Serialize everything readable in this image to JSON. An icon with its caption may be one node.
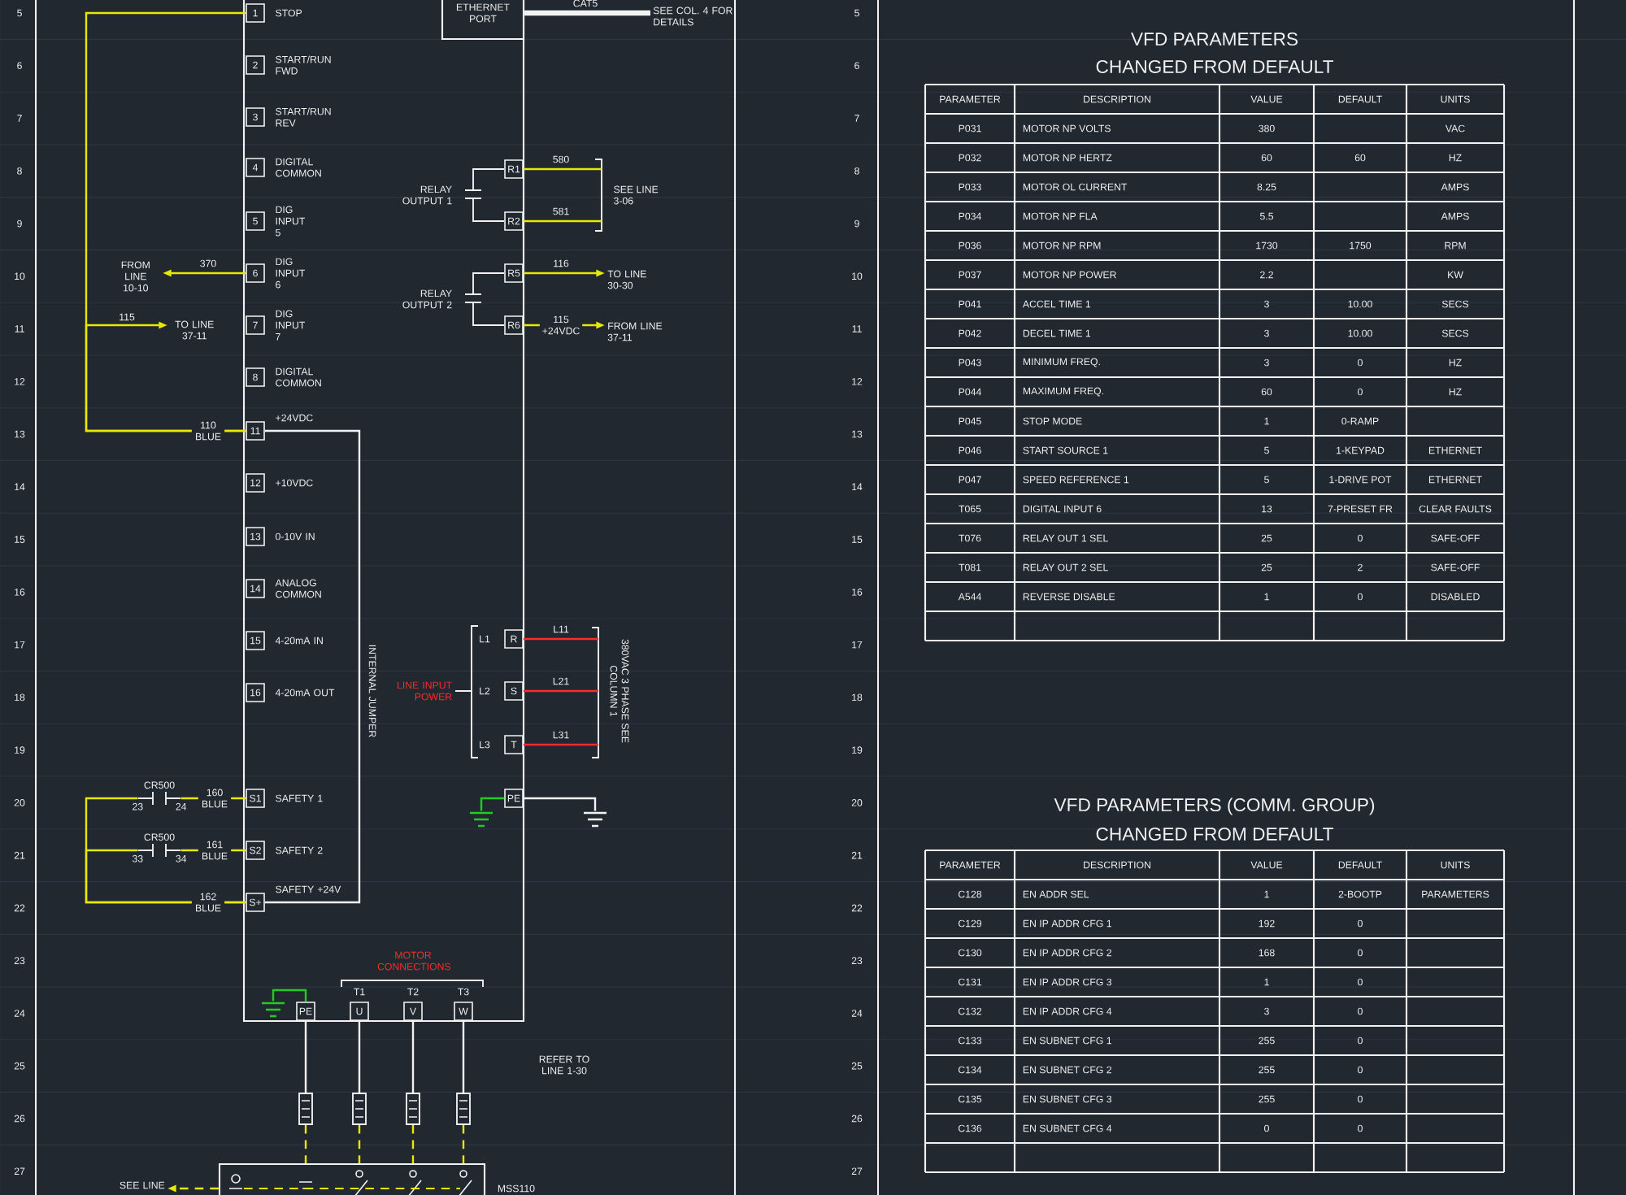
{
  "diagram": {
    "nodes": [
      {
        "text": [],
        "shape": "box"
      },
      {
        "text": [
          "ETHERNET PORT"
        ],
        "in": 0
      },
      {
        "text": [
          "SEE COL. 4 FOR DETAILS"
        ]
      },
      {
        "text": [
          "1"
        ],
        "beside": [
          "STOP"
        ],
        "in": 0
      },
      {
        "text": [
          "2"
        ],
        "beside": [
          "START/RUN FWD"
        ],
        "in": 0
      },
      {
        "text": [
          "3"
        ],
        "beside": [
          "START/RUN REV"
        ],
        "in": 0
      },
      {
        "text": [
          "4"
        ],
        "beside": [
          "DIGITAL COMMON"
        ],
        "in": 0
      },
      {
        "text": [
          "5"
        ],
        "beside": [
          "DIG INPUT 5"
        ],
        "in": 0
      },
      {
        "text": [
          "6"
        ],
        "beside": [
          "DIG INPUT 6"
        ],
        "in": 0
      },
      {
        "text": [
          "7"
        ],
        "beside": [
          "DIG INPUT 7"
        ],
        "in": 0
      },
      {
        "text": [
          "8"
        ],
        "beside": [
          "DIGITAL COMMON"
        ],
        "in": 0
      },
      {
        "text": [
          "11"
        ],
        "beside": [
          "+24VDC"
        ],
        "in": 0
      },
      {
        "text": [
          "12"
        ],
        "beside": [
          "+10VDC"
        ],
        "in": 0
      },
      {
        "text": [
          "13"
        ],
        "beside": [
          "0-10V IN"
        ],
        "in": 0
      },
      {
        "text": [
          "14"
        ],
        "beside": [
          "ANALOG COMMON"
        ],
        "in": 0
      },
      {
        "text": [
          "15"
        ],
        "beside": [
          "4-20mA IN"
        ],
        "in": 0
      },
      {
        "text": [
          "16"
        ],
        "beside": [
          "4-20mA OUT"
        ],
        "in": 0
      },
      {
        "text": [
          "S1"
        ],
        "beside": [
          "SAFETY 1"
        ],
        "in": 0
      },
      {
        "text": [
          "S2"
        ],
        "beside": [
          "SAFETY 2"
        ],
        "in": 0
      },
      {
        "text": [
          "S+"
        ],
        "beside": [
          "SAFETY +24V"
        ],
        "in": 0
      },
      {
        "text": [
          "FROM LINE 10-10"
        ]
      },
      {
        "text": [
          "TO LINE 37-11"
        ]
      },
      {
        "text": [
          "CR500",
          "23",
          "24"
        ]
      },
      {
        "text": [
          "CR500",
          "33",
          "34"
        ]
      },
      {
        "text": [
          "R1"
        ],
        "in": 0
      },
      {
        "text": [
          "R2"
        ],
        "in": 0
      },
      {
        "text": [
          "R5"
        ],
        "in": 0
      },
      {
        "text": [
          "R6"
        ],
        "in": 0
      },
      {
        "text": [
          "SEE LINE 3-06"
        ]
      },
      {
        "text": [
          "TO LINE 30-30"
        ]
      },
      {
        "text": [
          "FROM LINE 37-11"
        ]
      },
      {
        "text": [
          "R"
        ],
        "in": 0
      },
      {
        "text": [
          "S"
        ],
        "in": 0
      },
      {
        "text": [
          "T"
        ],
        "in": 0
      },
      {
        "text": [
          "380VAC 3 PHASE SEE COLUMN 1"
        ]
      },
      {
        "text": [
          "PE"
        ],
        "in": 0
      },
      {
        "text": [],
        "shape": "picture",
        "in": 0
      },
      {
        "text": [],
        "shape": "picture"
      },
      {
        "text": [
          "PE"
        ],
        "in": 0
      },
      {
        "text": [
          "U"
        ],
        "beside": [
          "T1"
        ],
        "in": 0
      },
      {
        "text": [
          "V"
        ],
        "beside": [
          "T2"
        ],
        "in": 0
      },
      {
        "text": [
          "W"
        ],
        "beside": [
          "T3"
        ],
        "in": 0
      },
      {
        "text": [],
        "shape": "picture",
        "in": 0
      },
      {
        "text": [],
        "shape": "box"
      },
      {
        "text": [],
        "shape": "box"
      },
      {
        "text": [],
        "shape": "box"
      },
      {
        "text": [],
        "shape": "box"
      },
      {
        "text": [],
        "shape": "box",
        "beside": [
          "MSS110"
        ]
      },
      {
        "text": [
          "SEE LINE"
        ]
      }
    ],
    "edges": [
      {
        "from": 11,
        "to": 3,
        "arrow": "none",
        "label": "110 BLUE"
      },
      {
        "from": 11,
        "to": 21,
        "arrow": "to",
        "label": "115"
      },
      {
        "from": 8,
        "to": 20,
        "arrow": "to",
        "label": "370"
      },
      {
        "from": 19,
        "to": 22,
        "arrow": "none",
        "label": "162 BLUE"
      },
      {
        "from": 19,
        "to": 23,
        "arrow": "none"
      },
      {
        "from": 22,
        "to": 17,
        "arrow": "none",
        "label": "160 BLUE"
      },
      {
        "from": 23,
        "to": 18,
        "arrow": "none",
        "label": "161 BLUE"
      },
      {
        "from": 24,
        "to": 28,
        "arrow": "none",
        "label": "580"
      },
      {
        "from": 25,
        "to": 28,
        "arrow": "none",
        "label": "581"
      },
      {
        "from": 26,
        "to": 29,
        "arrow": "to",
        "label": "116"
      },
      {
        "from": 27,
        "to": 30,
        "arrow": "to",
        "label": "115 +24VDC"
      },
      {
        "from": 31,
        "to": 34,
        "arrow": "none",
        "label": "L11",
        "color": "#ff2a2a"
      },
      {
        "from": 32,
        "to": 34,
        "arrow": "none",
        "label": "L21",
        "color": "#ff2a2a"
      },
      {
        "from": 33,
        "to": 34,
        "arrow": "none",
        "label": "L31",
        "color": "#ff2a2a"
      },
      {
        "from": 35,
        "to": 36,
        "arrow": "none",
        "color": "#22cc22"
      },
      {
        "from": 35,
        "to": 37,
        "arrow": "none",
        "color": "#f2f2f2"
      },
      {
        "from": 38,
        "to": 42,
        "arrow": "none",
        "color": "#22cc22"
      },
      {
        "from": 38,
        "to": 43,
        "arrow": "none",
        "color": "#f2f2f2"
      },
      {
        "from": 39,
        "to": 44,
        "arrow": "none",
        "color": "#f2f2f2"
      },
      {
        "from": 40,
        "to": 45,
        "arrow": "none",
        "color": "#f2f2f2"
      },
      {
        "from": 41,
        "to": 46,
        "arrow": "none",
        "color": "#f2f2f2"
      },
      {
        "from": 43,
        "to": 47,
        "arrow": "none",
        "style": "dashed"
      },
      {
        "from": 44,
        "to": 47,
        "arrow": "none",
        "style": "dashed"
      },
      {
        "from": 45,
        "to": 47,
        "arrow": "none",
        "style": "dashed"
      },
      {
        "from": 46,
        "to": 47,
        "arrow": "none",
        "style": "dashed"
      },
      {
        "from": 47,
        "to": 48,
        "arrow": "to",
        "style": "dashed"
      },
      {
        "from": 1,
        "to": 2,
        "arrow": "none",
        "label": "CAT5",
        "style": "thick",
        "color": "#f2f2f2"
      },
      {
        "from": 11,
        "to": 19,
        "arrow": "none",
        "color": "#f2f2f2"
      }
    ],
    "labels": [
      "5",
      "6",
      "7",
      "8",
      "9",
      "10",
      "11",
      "12",
      "13",
      "14",
      "15",
      "16",
      "17",
      "18",
      "19",
      "20",
      "21",
      "22",
      "23",
      "24",
      "25",
      "26",
      "27",
      "5",
      "6",
      "7",
      "8",
      "9",
      "10",
      "11",
      "12",
      "13",
      "14",
      "15",
      "16",
      "17",
      "18",
      "19",
      "20",
      "21",
      "22",
      "23",
      "24",
      "25",
      "26",
      "27",
      "RELAY OUTPUT 1",
      "RELAY OUTPUT 2",
      "LINE INPUT POWER",
      "L1",
      "L2",
      "L3",
      "INTERNAL JUMPER",
      "MOTOR CONNECTIONS",
      "REFER TO LINE 1-30",
      "VFD PARAMETERS",
      "CHANGED FROM DEFAULT",
      "PARAMETER",
      "DESCRIPTION",
      "VALUE",
      "DEFAULT",
      "UNITS",
      "P031",
      "MOTOR NP VOLTS",
      "380",
      "VAC",
      "P032",
      "MOTOR NP HERTZ",
      "60",
      "60",
      "HZ",
      "P033",
      "MOTOR OL CURRENT",
      "8.25",
      "AMPS",
      "P034",
      "MOTOR NP FLA",
      "5.5",
      "AMPS",
      "P036",
      "MOTOR NP RPM",
      "1730",
      "1750",
      "RPM",
      "P037",
      "MOTOR NP POWER",
      "2.2",
      "KW",
      "P041",
      "ACCEL TIME 1",
      "3",
      "10.00",
      "SECS",
      "P042",
      "DECEL TIME 1",
      "3",
      "10.00",
      "SECS",
      "P043",
      "MINIMUM FREQ.",
      "3",
      "0",
      "HZ",
      "P044",
      "MAXIMUM FREQ.",
      "60",
      "0",
      "HZ",
      "P045",
      "STOP MODE",
      "1",
      "0-RAMP",
      "P046",
      "START SOURCE 1",
      "5",
      "1-KEYPAD",
      "ETHERNET",
      "P047",
      "SPEED REFERENCE 1",
      "5",
      "1-DRIVE POT",
      "ETHERNET",
      "T065",
      "DIGITAL INPUT 6",
      "13",
      "7-PRESET FR",
      "CLEAR FAULTS",
      "T076",
      "RELAY OUT 1 SEL",
      "25",
      "0",
      "SAFE-OFF",
      "T081",
      "RELAY OUT 2 SEL",
      "25",
      "2",
      "SAFE-OFF",
      "A544",
      "REVERSE DISABLE",
      "1",
      "0",
      "DISABLED",
      "VFD PARAMETERS (COMM. GROUP)",
      "CHANGED FROM DEFAULT",
      "PARAMETER",
      "DESCRIPTION",
      "VALUE",
      "DEFAULT",
      "UNITS",
      "C128",
      "EN ADDR SEL",
      "1",
      "2-BOOTP",
      "PARAMETERS",
      "C129",
      "EN IP ADDR CFG 1",
      "192",
      "0",
      "C130",
      "EN IP ADDR CFG 2",
      "168",
      "0",
      "C131",
      "EN IP ADDR CFG 3",
      "1",
      "0",
      "C132",
      "EN IP ADDR CFG 4",
      "3",
      "0",
      "C133",
      "EN SUBNET CFG 1",
      "255",
      "0",
      "C134",
      "EN SUBNET CFG 2",
      "255",
      "0",
      "C135",
      "EN SUBNET CFG 3",
      "255",
      "0",
      "C136",
      "EN SUBNET CFG 4",
      "0",
      "0"
    ]
  }
}
